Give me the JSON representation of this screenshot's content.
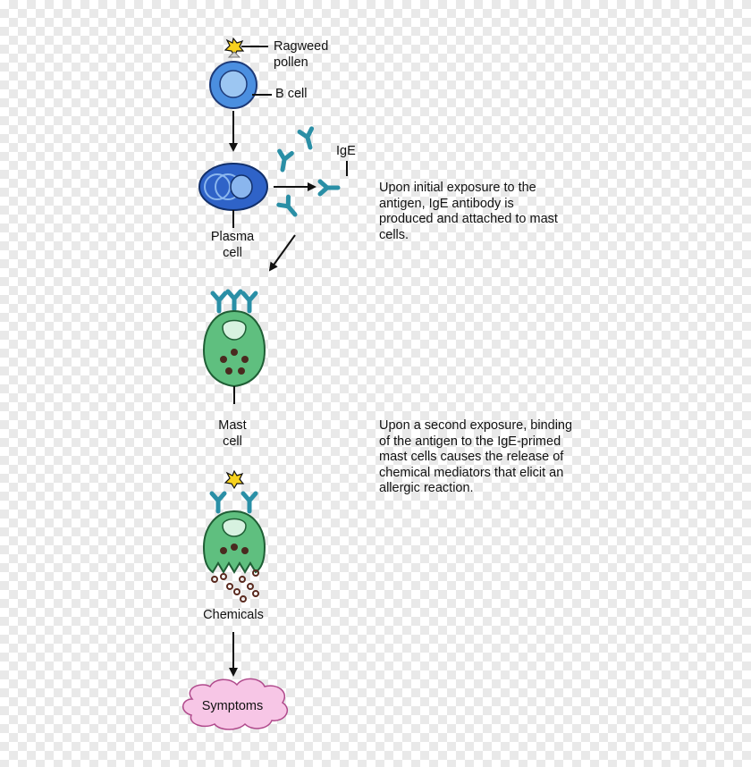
{
  "labels": {
    "ragweed_pollen": "Ragweed\npollen",
    "b_cell": "B cell",
    "ige": "IgE",
    "plasma_cell": "Plasma\ncell",
    "mast_cell": "Mast\ncell",
    "chemicals": "Chemicals",
    "symptoms": "Symptoms"
  },
  "descriptions": {
    "initial_exposure": "Upon initial exposure to the antigen, IgE antibody is produced and attached to mast cells.",
    "second_exposure": "Upon a second exposure, binding of the antigen to the IgE-primed mast cells causes the release of chemical mediators that elicit an allergic reaction."
  },
  "colors": {
    "b_cell": "#4b8fe0",
    "plasma_cell": "#2f63c8",
    "antibody": "#2a8fa6",
    "mast_cell": "#5fbf7f",
    "granule": "#4a2a1f",
    "antigen": "#f7d21e",
    "symptoms_cloud": "#f7c6e6"
  }
}
